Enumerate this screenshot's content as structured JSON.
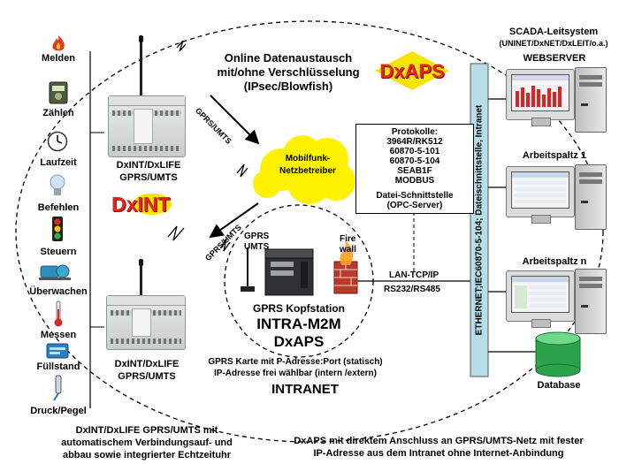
{
  "left_column": {
    "items": [
      {
        "label": "Melden",
        "icon": "fire-icon"
      },
      {
        "label": "Zählen",
        "icon": "meter-icon"
      },
      {
        "label": "Laufzeit",
        "icon": "clock-icon"
      },
      {
        "label": "Befehlen",
        "icon": "lightbulb-icon"
      },
      {
        "label": "Steuern",
        "icon": "traffic-light-icon"
      },
      {
        "label": "Überwachen",
        "icon": "pump-icon"
      },
      {
        "label": "Messen",
        "icon": "thermometer-icon"
      },
      {
        "label": "Füllstand",
        "icon": "level-gauge-icon"
      },
      {
        "label": "Druck/Pegel",
        "icon": "pressure-sensor-icon"
      }
    ]
  },
  "top_text": {
    "line1": "Online Datenaustausch",
    "line2": "mit/ohne Verschlüsselung",
    "line3": "(IPsec/Blowfish)"
  },
  "logos": {
    "dxaps": "DxAPS",
    "dxint": "DxINT",
    "dxaps_color": "#e8231b",
    "dxaps_bg": "#f5e400",
    "dxint_color": "#e8231b"
  },
  "devices": {
    "top_label_1": "DxINT/DxLIFE",
    "top_label_2": "GPRS/UMTS",
    "bottom_label_1": "DxINT/DxLIFE",
    "bottom_label_2": "GPRS/UMTS"
  },
  "links": {
    "gprs_upper": "GPRS/UMTS",
    "gprs_lower": "GPRS/UMTS"
  },
  "cloud": {
    "line1": "Mobilfunk-",
    "line2": "Netzbetreiber",
    "color": "#fff200"
  },
  "protocols": {
    "title": "Protokolle:",
    "items": [
      "3964R/RK512",
      "60870-5-101",
      "60870-5-104",
      "SEAB1F",
      "MODBUS"
    ],
    "interface_1": "Datei-Schnittstelle",
    "interface_2": "(OPC-Server)"
  },
  "station": {
    "gprs": "GPRS",
    "umts": "UMTS",
    "firewall_1": "Fire",
    "firewall_2": "wall",
    "kopf": "GPRS Kopfstation",
    "name_1": "INTRA-M2M",
    "name_2": "DxAPS"
  },
  "connection": {
    "lan": "LAN-TCP/IP",
    "serial": "RS232/RS485"
  },
  "sim_note": {
    "line1": "GPRS Karte mit P-Adresse:Port  (statisch)",
    "line2": "IP-Adresse frei wählbar (intern /extern)"
  },
  "bus": {
    "label": "ETHERNET;IEC60870-5-104; Dateischnittstelle, Intranet",
    "color": "#b7dde8"
  },
  "scada": {
    "title": "SCADA-Leitsystem",
    "subtitle": "(UNINET/DxNET/DxLEIT/o.a.)",
    "webserver": "WEBSERVER",
    "workstation_1": "Arbeitspaltz 1",
    "workstation_n": "Arbeitspaltz n",
    "database": "Database",
    "database_color": "#2aa34a"
  },
  "intranet": "INTRANET",
  "footer_left": {
    "line1": "DxINT/DxLIFE GPRS/UMTS mit",
    "line2": "automatischem Verbindungsauf- und",
    "line3": "abbau sowie integrierter Echtzeituhr"
  },
  "footer_right": {
    "line1": "DxAPS mit direktem Anschluss an GPRS/UMTS-Netz mit fester",
    "line2": "IP-Adresse aus dem Intranet ohne Internet-Anbindung"
  }
}
